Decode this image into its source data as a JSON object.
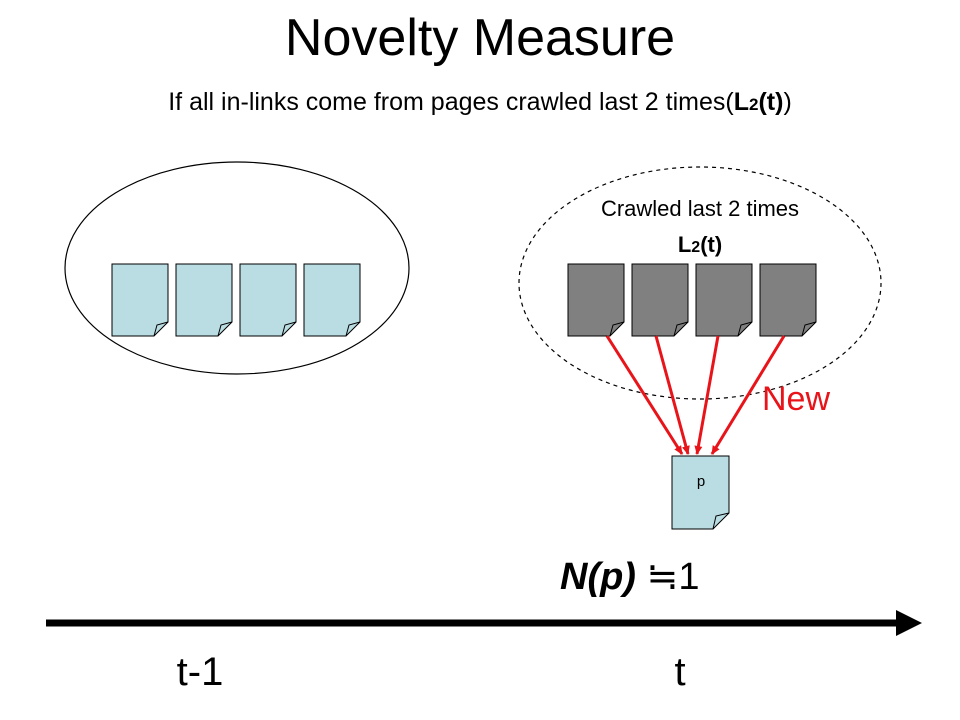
{
  "title": "Novelty Measure",
  "subtitle": {
    "prefix": "If all in-links come from pages crawled last 2 times(",
    "emph_main": "L",
    "emph_sub": "2",
    "emph_tail": "(t)",
    "suffix": ")"
  },
  "crawled_group": {
    "label": "Crawled last 2 times",
    "set_main": "L",
    "set_sub": "2",
    "set_tail": "(t)"
  },
  "new_label": "New",
  "target_page_label": "p",
  "formula": {
    "lhs": "N(p)",
    "relation": "≒",
    "rhs": "1"
  },
  "timeline": {
    "ticks": [
      "t-1",
      "t"
    ]
  },
  "colors": {
    "previous_pages_fill": "#b9dde3",
    "crawled_pages_fill": "#808080",
    "link_color": "#e8141a",
    "axis_color": "#000000"
  },
  "previous_group": {
    "page_count": 4
  },
  "crawled_pages": {
    "page_count": 4
  }
}
